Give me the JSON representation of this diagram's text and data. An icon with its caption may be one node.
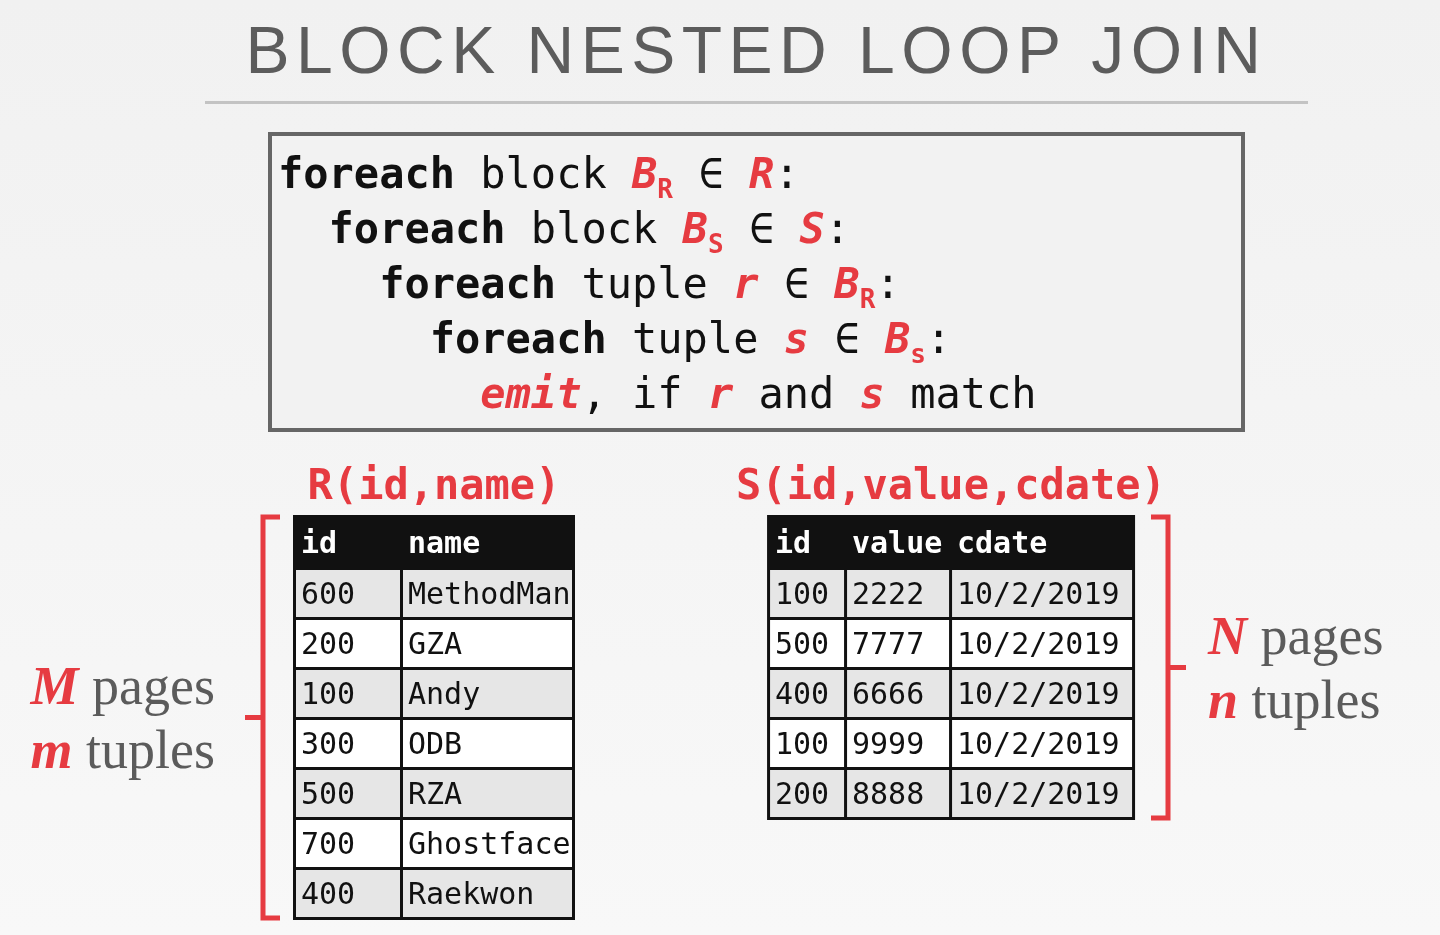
{
  "diagram": {
    "title": "BLOCK NESTED LOOP JOIN",
    "nodes": [
      {
        "text": [
          "**foreach** block *B*$_{R}$ ∈ *R*:",
          "**foreach** block *B*$_{S}$ ∈ *S*:",
          "**foreach** tuple *r* ∈ *B*$_{R}$:",
          "**foreach** tuple *s* ∈ *B*$_{s}$:",
          "*emit*, if *r* and *s* match"
        ]
      },
      {
        "text": [
          "R(id,name)"
        ],
        "beside": [
          "*M* pages",
          "*m* tuples"
        ]
      },
      {
        "text": [
          "S(id,value,cdate)"
        ],
        "beside": [
          "*N* pages",
          "*n* tuples"
        ]
      }
    ],
    "labels": [
      "id",
      "name",
      "600",
      "MethodMan",
      "200",
      "GZA",
      "100",
      "Andy",
      "300",
      "ODB",
      "500",
      "RZA",
      "700",
      "Ghostface",
      "400",
      "Raekwon",
      "id",
      "value",
      "cdate",
      "100",
      "2222",
      "10/2/2019",
      "500",
      "7777",
      "10/2/2019",
      "400",
      "6666",
      "10/2/2019",
      "100",
      "9999",
      "10/2/2019",
      "200",
      "8888",
      "10/2/2019"
    ]
  }
}
